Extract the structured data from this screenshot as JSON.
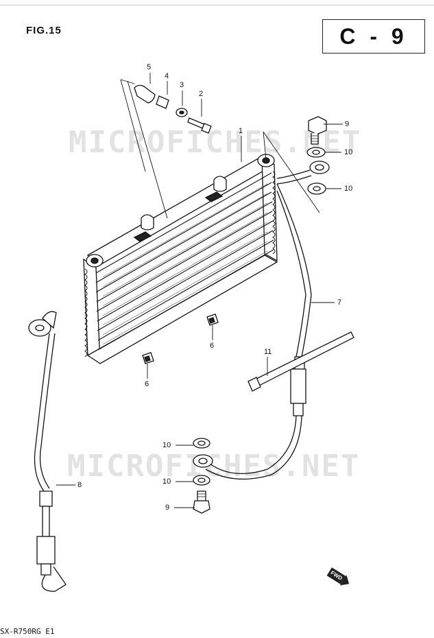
{
  "figure": {
    "title": "FIG.15",
    "section_code": "C - 9",
    "model_code": "SX-R750RG E1"
  },
  "watermark": "MICROFICHES.NET",
  "fwd_label": "FWD",
  "callouts": [
    {
      "id": "c5",
      "label": "5"
    },
    {
      "id": "c4",
      "label": "4"
    },
    {
      "id": "c3",
      "label": "3"
    },
    {
      "id": "c2",
      "label": "2"
    },
    {
      "id": "c1",
      "label": "1"
    },
    {
      "id": "c9a",
      "label": "9"
    },
    {
      "id": "c10a",
      "label": "10"
    },
    {
      "id": "c10b",
      "label": "10"
    },
    {
      "id": "c7",
      "label": "7"
    },
    {
      "id": "c6a",
      "label": "6"
    },
    {
      "id": "c6b",
      "label": "6"
    },
    {
      "id": "c11",
      "label": "11"
    },
    {
      "id": "c8",
      "label": "8"
    },
    {
      "id": "c10c",
      "label": "10"
    },
    {
      "id": "c10d",
      "label": "10"
    },
    {
      "id": "c9b",
      "label": "9"
    }
  ]
}
